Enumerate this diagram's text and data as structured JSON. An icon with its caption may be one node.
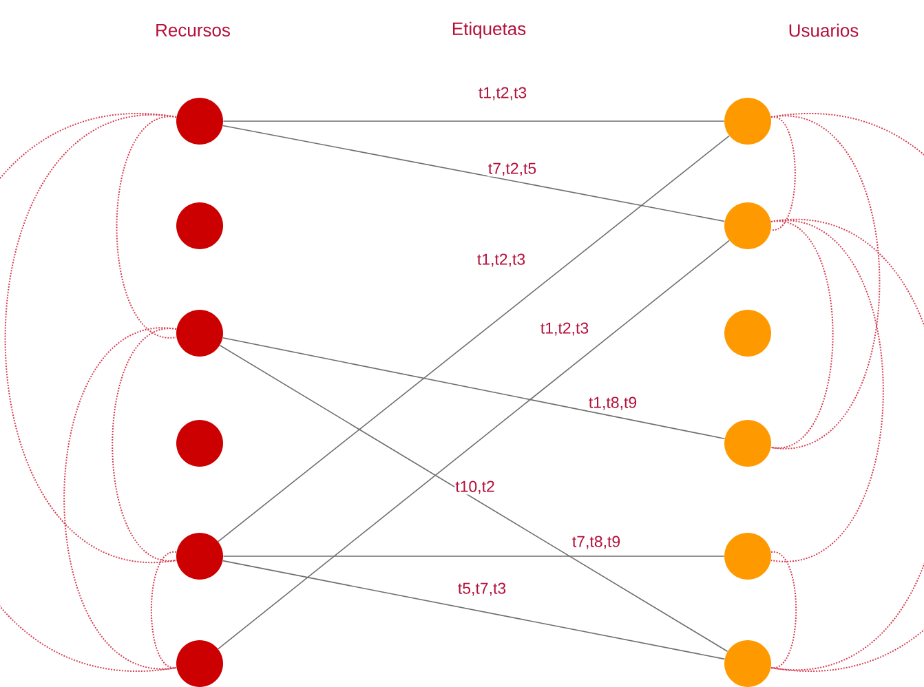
{
  "diagram": {
    "nodes": [
      {
        "text": [],
        "shape": "circle"
      },
      {
        "text": [],
        "shape": "circle"
      },
      {
        "text": [],
        "shape": "circle"
      },
      {
        "text": [],
        "shape": "circle"
      },
      {
        "text": [],
        "shape": "circle"
      },
      {
        "text": [],
        "shape": "circle"
      },
      {
        "text": [],
        "shape": "circle"
      },
      {
        "text": [],
        "shape": "circle"
      },
      {
        "text": [],
        "shape": "circle"
      },
      {
        "text": [],
        "shape": "circle"
      },
      {
        "text": [],
        "shape": "circle"
      },
      {
        "text": [],
        "shape": "circle"
      }
    ],
    "edges": [
      {
        "from": 0,
        "to": 6,
        "arrow": "none",
        "label": "t1,t2,t3",
        "color": "#6e6e6e"
      },
      {
        "from": 0,
        "to": 7,
        "arrow": "none",
        "label": "t7,t2,t5",
        "color": "#6e6e6e"
      },
      {
        "from": 4,
        "to": 6,
        "arrow": "none",
        "label": "t1,t2,t3",
        "color": "#6e6e6e"
      },
      {
        "from": 5,
        "to": 7,
        "arrow": "none",
        "label": "t1,t2,t3",
        "color": "#6e6e6e"
      },
      {
        "from": 2,
        "to": 9,
        "arrow": "none",
        "label": "t1,t8,t9",
        "color": "#6e6e6e"
      },
      {
        "from": 2,
        "to": 11,
        "arrow": "none",
        "label": "t10,t2",
        "color": "#6e6e6e"
      },
      {
        "from": 4,
        "to": 10,
        "arrow": "none",
        "label": "t7,t8,t9",
        "color": "#6e6e6e"
      },
      {
        "from": 4,
        "to": 11,
        "arrow": "none",
        "label": "t5,t7,t3",
        "color": "#6e6e6e"
      },
      {
        "from": 0,
        "to": 2,
        "arrow": "none",
        "style": "dashed"
      },
      {
        "from": 0,
        "to": 4,
        "arrow": "none",
        "style": "dashed"
      },
      {
        "from": 0,
        "to": 5,
        "arrow": "none",
        "style": "dashed"
      },
      {
        "from": 2,
        "to": 4,
        "arrow": "none",
        "style": "dashed"
      },
      {
        "from": 2,
        "to": 5,
        "arrow": "none",
        "style": "dashed"
      },
      {
        "from": 4,
        "to": 5,
        "arrow": "none",
        "style": "dashed"
      },
      {
        "from": 6,
        "to": 7,
        "arrow": "none",
        "style": "dashed"
      },
      {
        "from": 6,
        "to": 9,
        "arrow": "none",
        "style": "dashed"
      },
      {
        "from": 6,
        "to": 11,
        "arrow": "none",
        "style": "dashed"
      },
      {
        "from": 7,
        "to": 9,
        "arrow": "none",
        "style": "dashed"
      },
      {
        "from": 7,
        "to": 10,
        "arrow": "none",
        "style": "dashed"
      },
      {
        "from": 7,
        "to": 11,
        "arrow": "none",
        "style": "dashed"
      },
      {
        "from": 10,
        "to": 11,
        "arrow": "none",
        "style": "dashed"
      }
    ],
    "labels": [
      "Recursos",
      "Etiquetas",
      "Usuarios"
    ]
  }
}
